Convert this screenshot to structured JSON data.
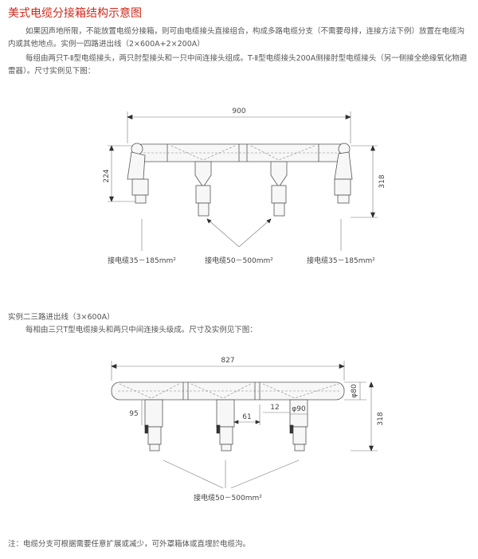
{
  "title": "美式电缆分接箱结构示意图",
  "para1": "如果因声地所限，不能放置电缆分接箱，则可由电缆接头直接组合，构成多路电缆分支（不需要母排，连接方法下例）放置在电缆沟内或其他地点。实例一四路进出线（2×600A+2×200A）",
  "para2": "每组由两只T-Ⅱ型电缆接头，两只肘型接头和一只中间连接头组成。T-Ⅱ型电缆接头200A侧接肘型电缆接头（另一侧接全绝缘氧化物避雷器）。尺寸实例见下图：",
  "diagram1": {
    "dim_width": "900",
    "dim_left_height": "224",
    "dim_right_height": "318",
    "label_left": "接电缆35－185mm²",
    "label_center": "接电缆50－500mm²",
    "label_right": "接电缆35－185mm²"
  },
  "example2_heading": "实例二三路进出线（3×600A）",
  "para3": "每相由三只T型电缆接头和两只中间连接头级成。尺寸及实例见下图：",
  "diagram2": {
    "dim_width": "827",
    "dim_phi80": "φ80",
    "dim_95": "95",
    "dim_61": "61",
    "dim_12": "12",
    "dim_phi90": "φ90",
    "dim_318": "318",
    "label_center": "接电缆50－500mm²"
  },
  "note": "注：电缆分支可根据需要任意扩展或减少，可外罩箱体或直埋於电缆沟。"
}
